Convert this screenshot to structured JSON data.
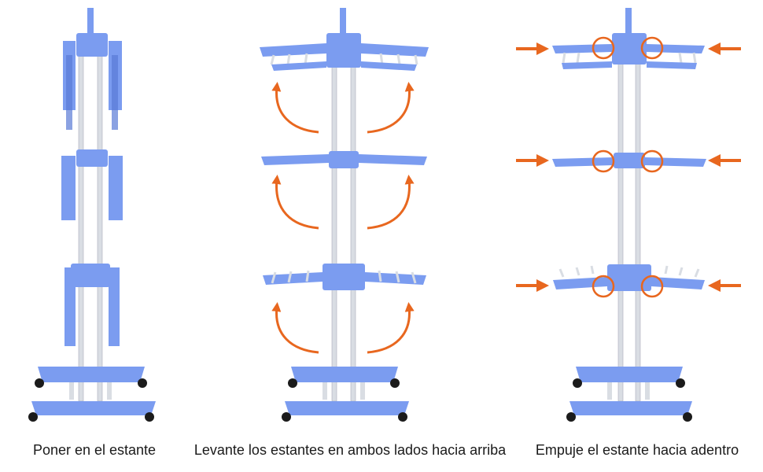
{
  "colors": {
    "rack_blue": "#7b9cf0",
    "rack_blue_dark": "#5a7bd6",
    "pole_silver": "#d9dde3",
    "arrow_orange": "#e8671f",
    "wheel_black": "#1b1b1b",
    "background": "#ffffff"
  },
  "panels": [
    {
      "id": "step-collapsed",
      "caption": "Poner en el estante",
      "state": "folded"
    },
    {
      "id": "step-lift-shelves",
      "caption": "Levante los estantes en ambos lados hacia arriba",
      "state": "unfolding",
      "arrow_icon": "curved-up-arrow-icon"
    },
    {
      "id": "step-push-in",
      "caption": "Empuje el estante hacia adentro",
      "state": "locked",
      "arrow_icon": "push-in-arrow-icon",
      "marker_icon": "highlight-circle-icon"
    }
  ]
}
